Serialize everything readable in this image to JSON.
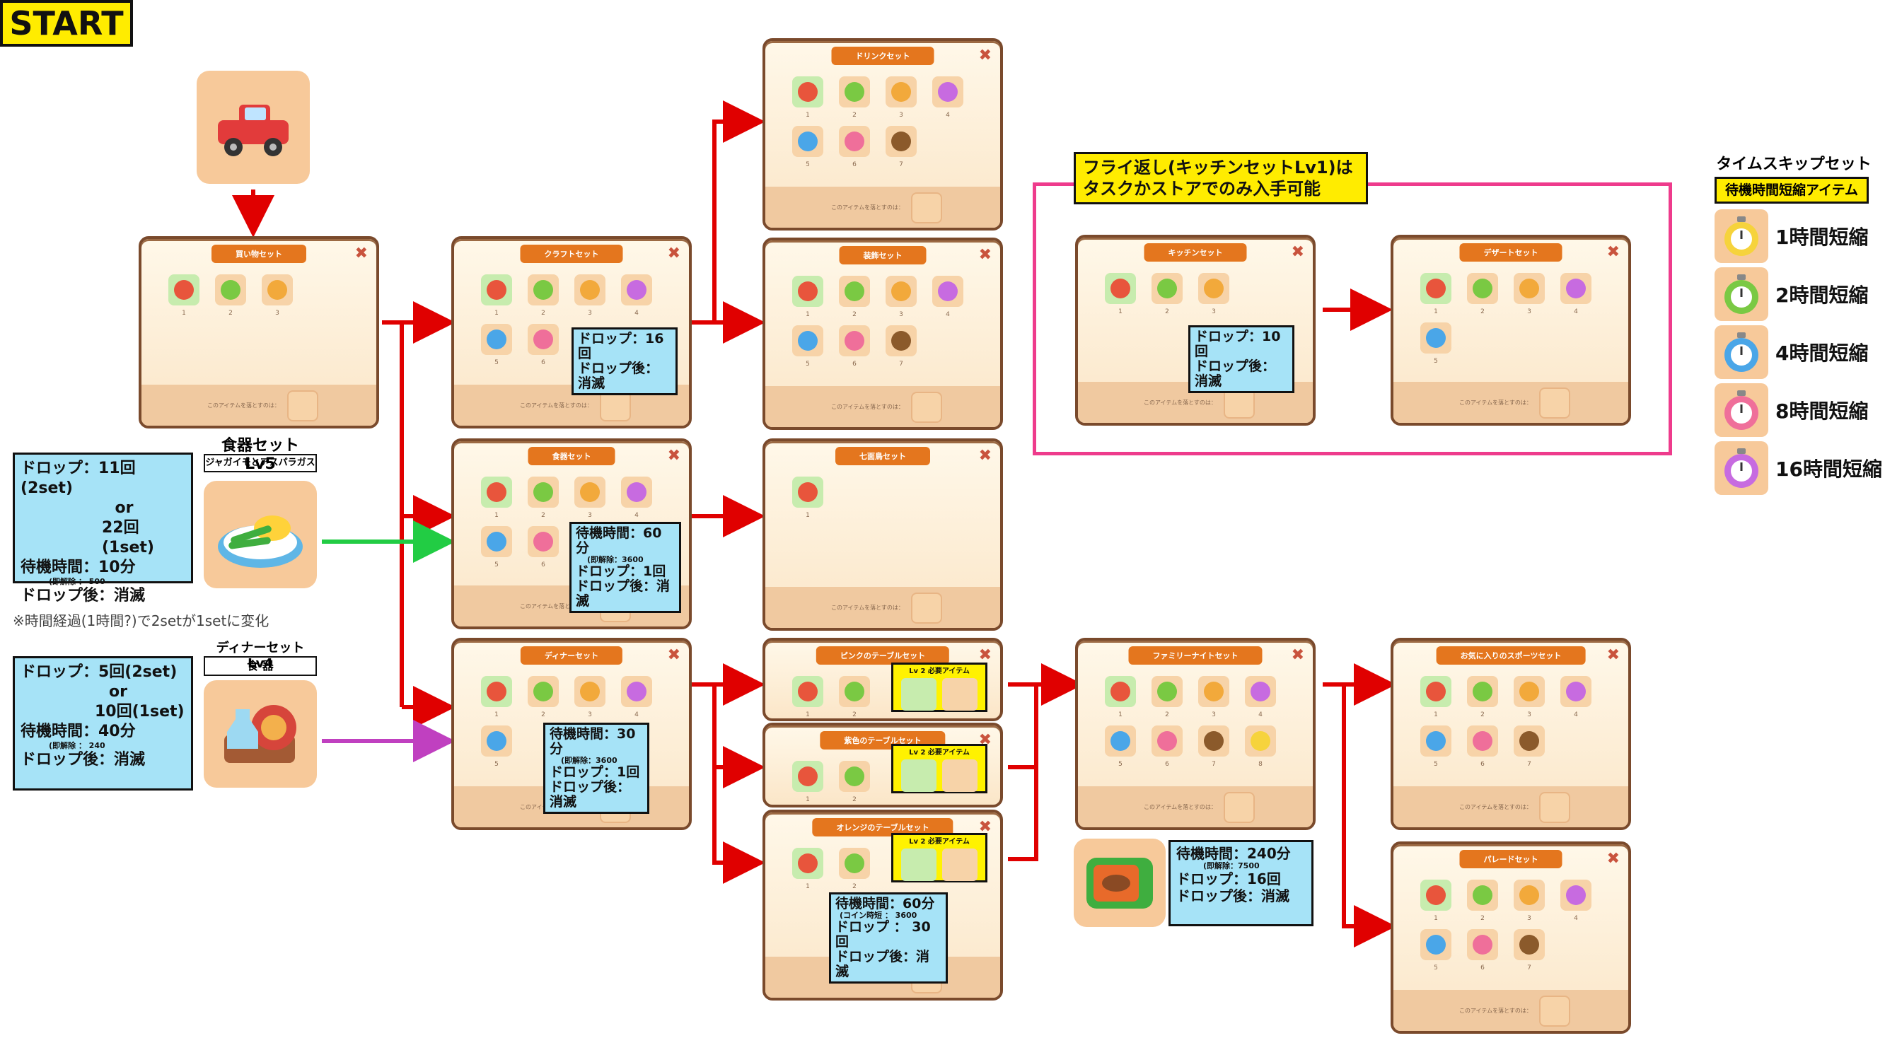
{
  "start_label": "START",
  "note_timechange": "※時間経過(1時間?)で2setが1setに変化",
  "shokki": {
    "title": "食器セット Lv5",
    "subtitle": "ジャガイモとアスパラガス",
    "info": [
      "ドロップ：11回(2set)",
      "or",
      "22回(1set)",
      "待機時間：10分",
      "(即解除 ： 500",
      "ドロップ後：消滅"
    ]
  },
  "dinner": {
    "title": "ディナーセット Lv4",
    "subtitle": "食 器",
    "info": [
      "ドロップ：5回(2set)",
      "or",
      "10回(1set)",
      "待機時間：40分",
      "(即解除 ： 240",
      "ドロップ後：消滅"
    ]
  },
  "panels": {
    "kaimono": {
      "title": "買い物セット",
      "nums": [
        "1",
        "2",
        "3"
      ]
    },
    "craft": {
      "title": "クラフトセット",
      "nums": [
        "1",
        "2",
        "3",
        "4",
        "5",
        "6"
      ]
    },
    "shokki_set": {
      "title": "食器セット",
      "nums": [
        "1",
        "2",
        "3",
        "4",
        "5",
        "6"
      ]
    },
    "dinner_set": {
      "title": "ディナーセット",
      "nums": [
        "1",
        "2",
        "3",
        "4",
        "5"
      ]
    },
    "drink": {
      "title": "ドリンクセット",
      "nums": [
        "1",
        "2",
        "3",
        "4",
        "5",
        "6",
        "7"
      ]
    },
    "soushoku": {
      "title": "装飾セット",
      "nums": [
        "1",
        "2",
        "3",
        "4",
        "5",
        "6",
        "7"
      ]
    },
    "shichimencho": {
      "title": "七面鳥セット",
      "nums": [
        "1"
      ]
    },
    "pink": {
      "title": "ピンクのテーブルセット",
      "nums": [
        "1",
        "2"
      ]
    },
    "purple": {
      "title": "紫色のテーブルセット",
      "nums": [
        "1",
        "2"
      ]
    },
    "orange": {
      "title": "オレンジのテーブルセット",
      "nums": [
        "1",
        "2"
      ]
    },
    "family": {
      "title": "ファミリーナイトセット",
      "nums": [
        "1",
        "2",
        "3",
        "4",
        "5",
        "6",
        "7",
        "8"
      ]
    },
    "sports": {
      "title": "お気に入りのスポーツセット",
      "nums": [
        "1",
        "2",
        "3",
        "4",
        "5",
        "6",
        "7"
      ]
    },
    "parade": {
      "title": "パレードセット",
      "nums": [
        "1",
        "2",
        "3",
        "4",
        "5",
        "6",
        "7"
      ]
    },
    "kitchen": {
      "title": "キッチンセット",
      "nums": [
        "1",
        "2",
        "3"
      ]
    },
    "dessert": {
      "title": "デザートセット",
      "nums": [
        "1",
        "2",
        "3",
        "4",
        "5"
      ]
    }
  },
  "footer_text": "このアイテムを落とすのは：",
  "craft_info": [
    "ドロップ：16回",
    "ドロップ後：消滅"
  ],
  "shokki_info": [
    "待機時間：60分",
    "(即解除：3600",
    "ドロップ：1回",
    "ドロップ後：消滅"
  ],
  "dinner_info": [
    "待機時間：30分",
    "(即解除：3600",
    "ドロップ：1回",
    "ドロップ後：消滅"
  ],
  "orange_info": [
    "待機時間：60分",
    "(コイン時短 ： 3600",
    "ドロップ ： 30回",
    "ドロップ後：消滅"
  ],
  "kitchen_info": [
    "ドロップ：10回",
    "ドロップ後：消滅"
  ],
  "tv_info": [
    "待機時間：240分",
    "(即解除：7500",
    "ドロップ：16回",
    "ドロップ後：消滅"
  ],
  "req_label": "Lv 2 必要アイテム",
  "kitchen_note": [
    "フライ返し(キッチンセットLv1)は",
    "タスクかストアでのみ入手可能"
  ],
  "timeskip": {
    "title": "タイムスキップセット",
    "subtitle": "待機時間短縮アイテム",
    "items": [
      "1時間短縮",
      "2時間短縮",
      "4時間短縮",
      "8時間短縮",
      "16時間短縮"
    ]
  },
  "colors": {
    "arrow_red": "#e00000",
    "arrow_green": "#22cc44",
    "arrow_magenta": "#c040c0",
    "pink_frame": "#ee3b8c"
  }
}
